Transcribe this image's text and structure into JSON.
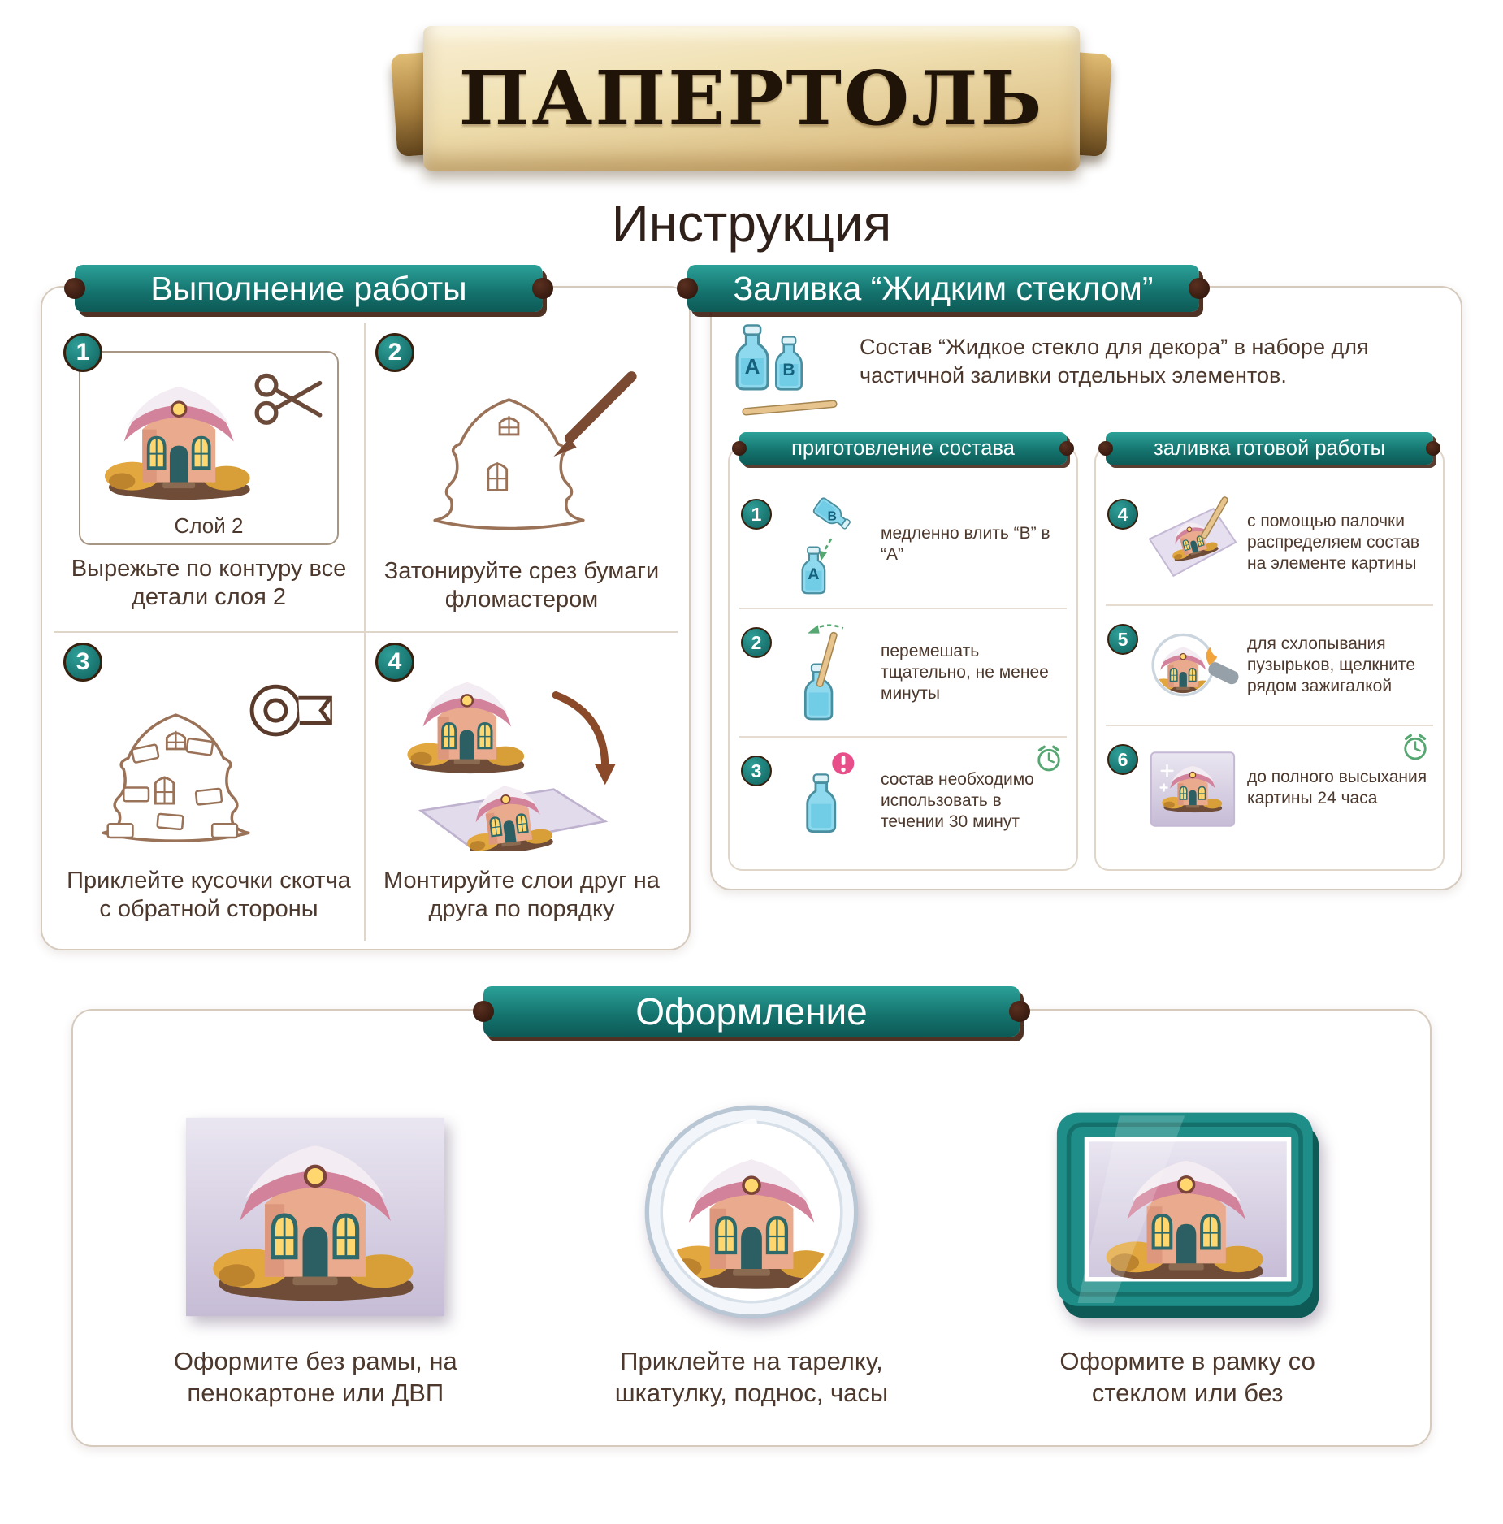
{
  "banner": {
    "title": "ПАПЕРТОЛЬ"
  },
  "subtitle": "Инструкция",
  "work_panel": {
    "header": "Выполнение работы",
    "steps": [
      {
        "num": "1",
        "image_label": "Слой 2",
        "caption": "Вырежьте по контуру все детали слоя 2"
      },
      {
        "num": "2",
        "caption": "Затонируйте срез бумаги фломастером"
      },
      {
        "num": "3",
        "caption": "Приклейте кусочки скотча с обратной стороны"
      },
      {
        "num": "4",
        "caption": "Монтируйте слои друг на друга по порядку"
      }
    ]
  },
  "glass_panel": {
    "header": "Заливка “Жидким стеклом”",
    "intro": "Состав “Жидкое стекло для декора” в наборе для частичной заливки отдельных элементов.",
    "bottle_a": "A",
    "bottle_b": "B",
    "prep": {
      "header": "приготовление состава",
      "steps": [
        {
          "num": "1",
          "caption": "медленно влить “B” в “A”"
        },
        {
          "num": "2",
          "caption": "перемешать тщательно, не менее минуты"
        },
        {
          "num": "3",
          "caption": "состав необходимо использовать в течении 30 минут"
        }
      ]
    },
    "pour": {
      "header": "заливка готовой работы",
      "steps": [
        {
          "num": "4",
          "caption": "с помощью палочки распределяем состав на элементе картины"
        },
        {
          "num": "5",
          "caption": "для схлопывания пузырьков, щелкните рядом зажигалкой"
        },
        {
          "num": "6",
          "caption": "до полного высыхания картины 24 часа"
        }
      ]
    }
  },
  "finish_panel": {
    "header": "Оформление",
    "options": [
      {
        "caption": "Оформите без рамы, на пенокартоне или ДВП"
      },
      {
        "caption": "Приклейте на тарелку, шкатулку, поднос, часы"
      },
      {
        "caption": "Оформите в рамку со стеклом или без"
      }
    ]
  },
  "colors": {
    "teal": "#14716c",
    "dark_brown": "#38200f",
    "caption_brown": "#4c382c",
    "parchment": "#f0e0b2",
    "clock_green": "#57a773",
    "warning_pink": "#e84f8a"
  }
}
